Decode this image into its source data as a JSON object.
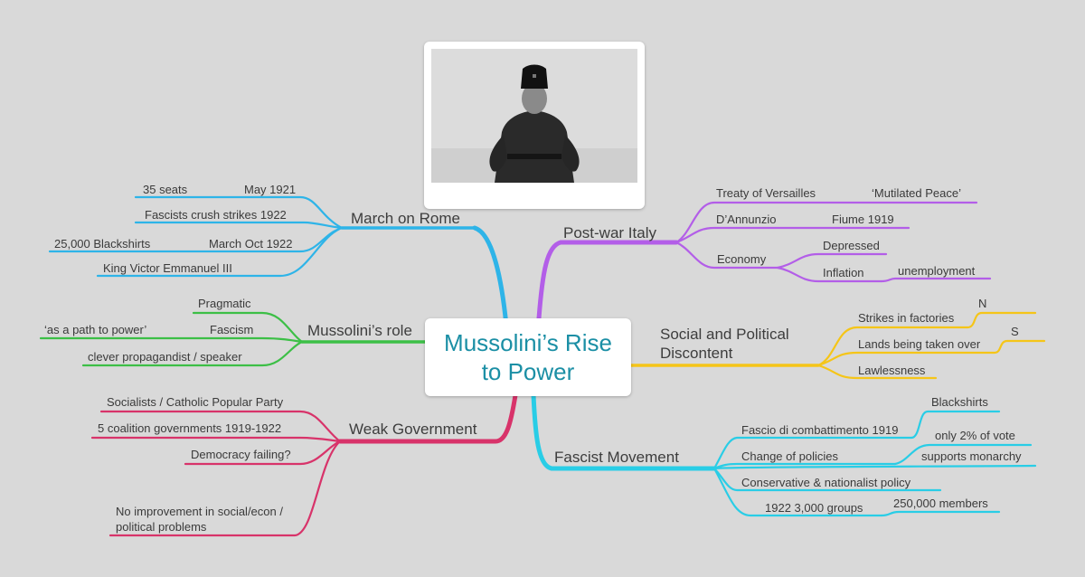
{
  "center": {
    "title": "Mussolini’s Rise\nto Power"
  },
  "branches": {
    "march_on_rome": {
      "label": "March on Rome",
      "color": "#2eb4e8",
      "items": {
        "seats": "35 seats",
        "may": "May 1921",
        "strikes": "Fascists crush strikes 1922",
        "blackshirts": "25,000 Blackshirts",
        "march": "March Oct 1922",
        "king": "King Victor Emmanuel III"
      }
    },
    "mussolini_role": {
      "label": "Mussolini’s role",
      "color": "#3cbf46",
      "items": {
        "pragmatic": "Pragmatic",
        "fascism": "Fascism",
        "path": "‘as a path to power’",
        "propagandist": "clever propagandist / speaker"
      }
    },
    "weak_government": {
      "label": "Weak Government",
      "color": "#d8336a",
      "items": {
        "socialists": "Socialists / Catholic Popular Party",
        "coalition": "5 coalition governments 1919-1922",
        "democracy": "Democracy failing?",
        "no_improvement": "No improvement in social/econ /",
        "political_problems": "political problems"
      }
    },
    "post_war_italy": {
      "label": "Post-war Italy",
      "color": "#b35ee8",
      "items": {
        "versailles": "Treaty of Versailles",
        "mutilated": "‘Mutilated Peace’",
        "dannunzio": "D’Annunzio",
        "fiume": "Fiume 1919",
        "economy": "Economy",
        "depressed": "Depressed",
        "inflation": "Inflation",
        "unemployment": "unemployment"
      }
    },
    "social_discontent": {
      "label_line1": "Social and Political",
      "label_line2": "Discontent",
      "color": "#f5c518",
      "items": {
        "strikes": "Strikes in factories",
        "n": "N",
        "lands": "Lands being taken over",
        "s": "S",
        "lawlessness": "Lawlessness"
      }
    },
    "fascist_movement": {
      "label": "Fascist Movement",
      "color": "#29cde6",
      "items": {
        "fascio": "Fascio di combattimento 1919",
        "blackshirts": "Blackshirts",
        "policies": "Change of policies",
        "vote": "only 2% of vote",
        "monarchy": "supports monarchy",
        "conservative": "Conservative & nationalist policy",
        "groups": "1922 3,000 groups",
        "members": "250,000 members"
      }
    }
  },
  "photo": {
    "icon": "portrait-photo-icon"
  }
}
